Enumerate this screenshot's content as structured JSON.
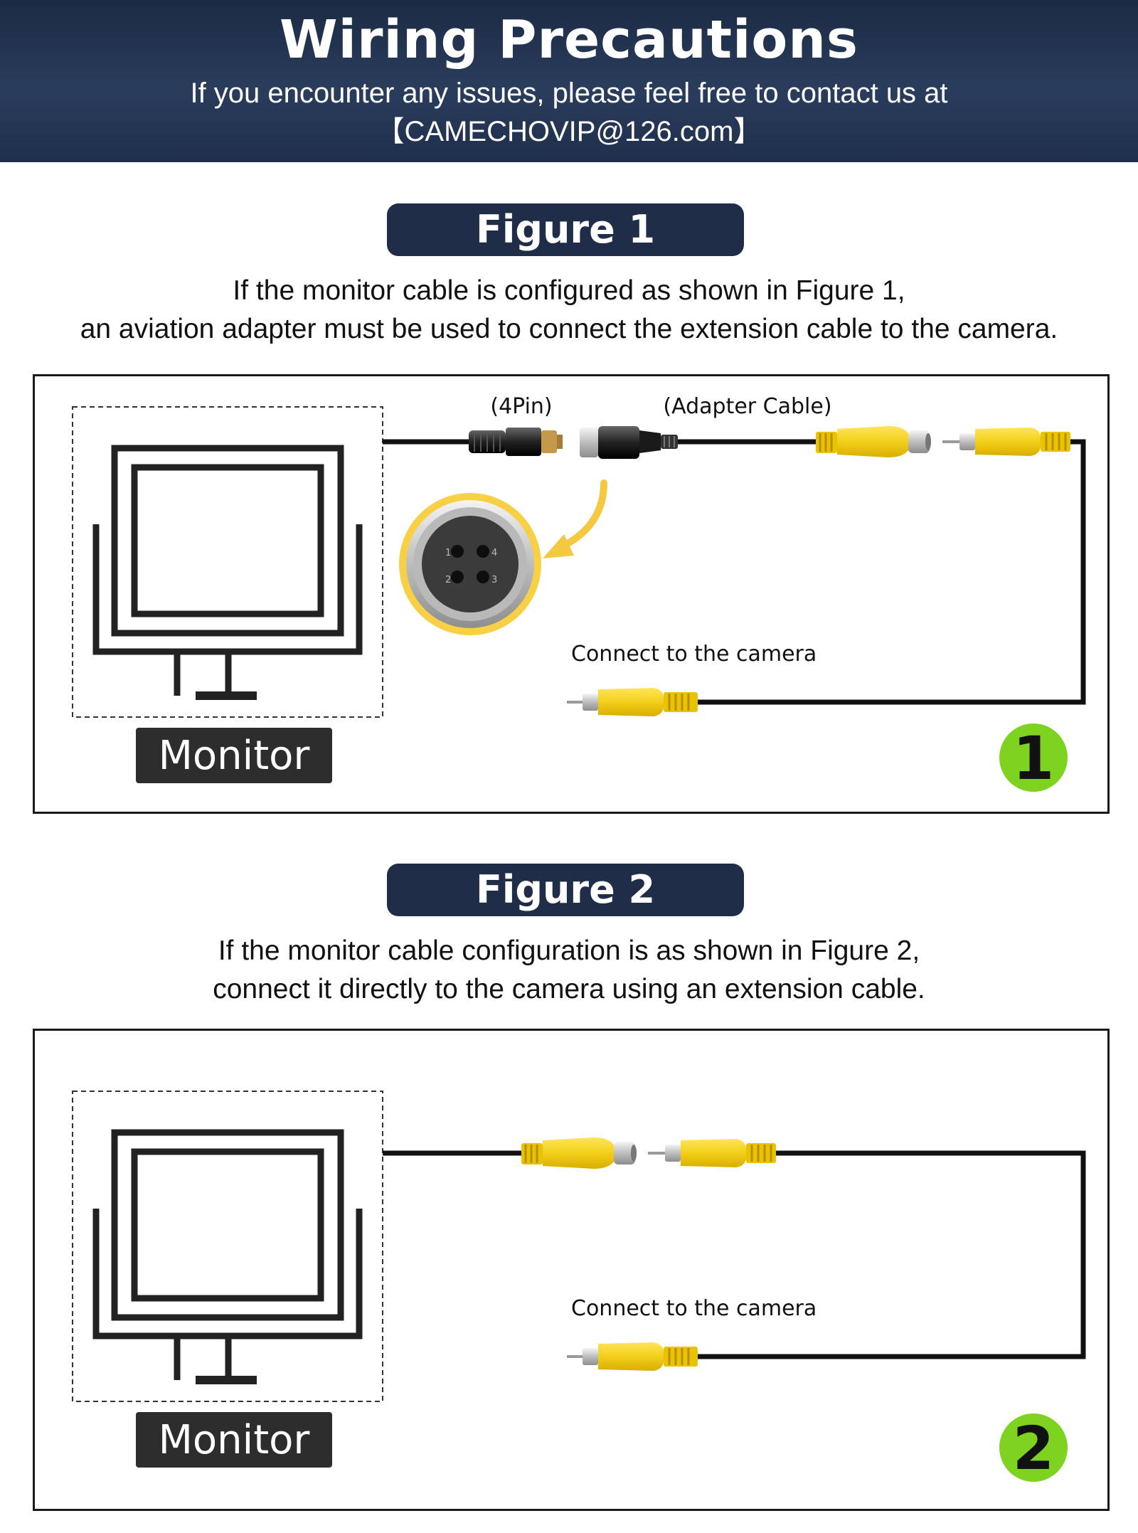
{
  "header": {
    "title": "Wiring Precautions",
    "subtitle": "If you encounter any issues, please feel free to contact us at",
    "email": "【CAMECHOVIP@126.com】"
  },
  "figure1": {
    "badge": "Figure 1",
    "line1": "If the monitor cable is configured as shown in Figure 1,",
    "line2": "an aviation adapter must be used to connect the extension cable to the camera.",
    "pin_label": "(4Pin)",
    "adapter_label": "(Adapter Cable)",
    "camera_label": "Connect to the camera",
    "monitor_label": "Monitor",
    "number": "1",
    "pin_numbers": [
      "1",
      "2",
      "3",
      "4"
    ]
  },
  "figure2": {
    "badge": "Figure 2",
    "line1": "If the monitor cable configuration is as shown in Figure 2,",
    "line2": "connect it directly to the camera using an extension cable.",
    "camera_label": "Connect to the camera",
    "monitor_label": "Monitor",
    "number": "2"
  },
  "colors": {
    "header_bg": "#1f2f4c",
    "badge_bg": "#1f2d48",
    "connector_yellow": "#f2cf1a",
    "number_green": "#7ed321",
    "cable": "#111111"
  }
}
